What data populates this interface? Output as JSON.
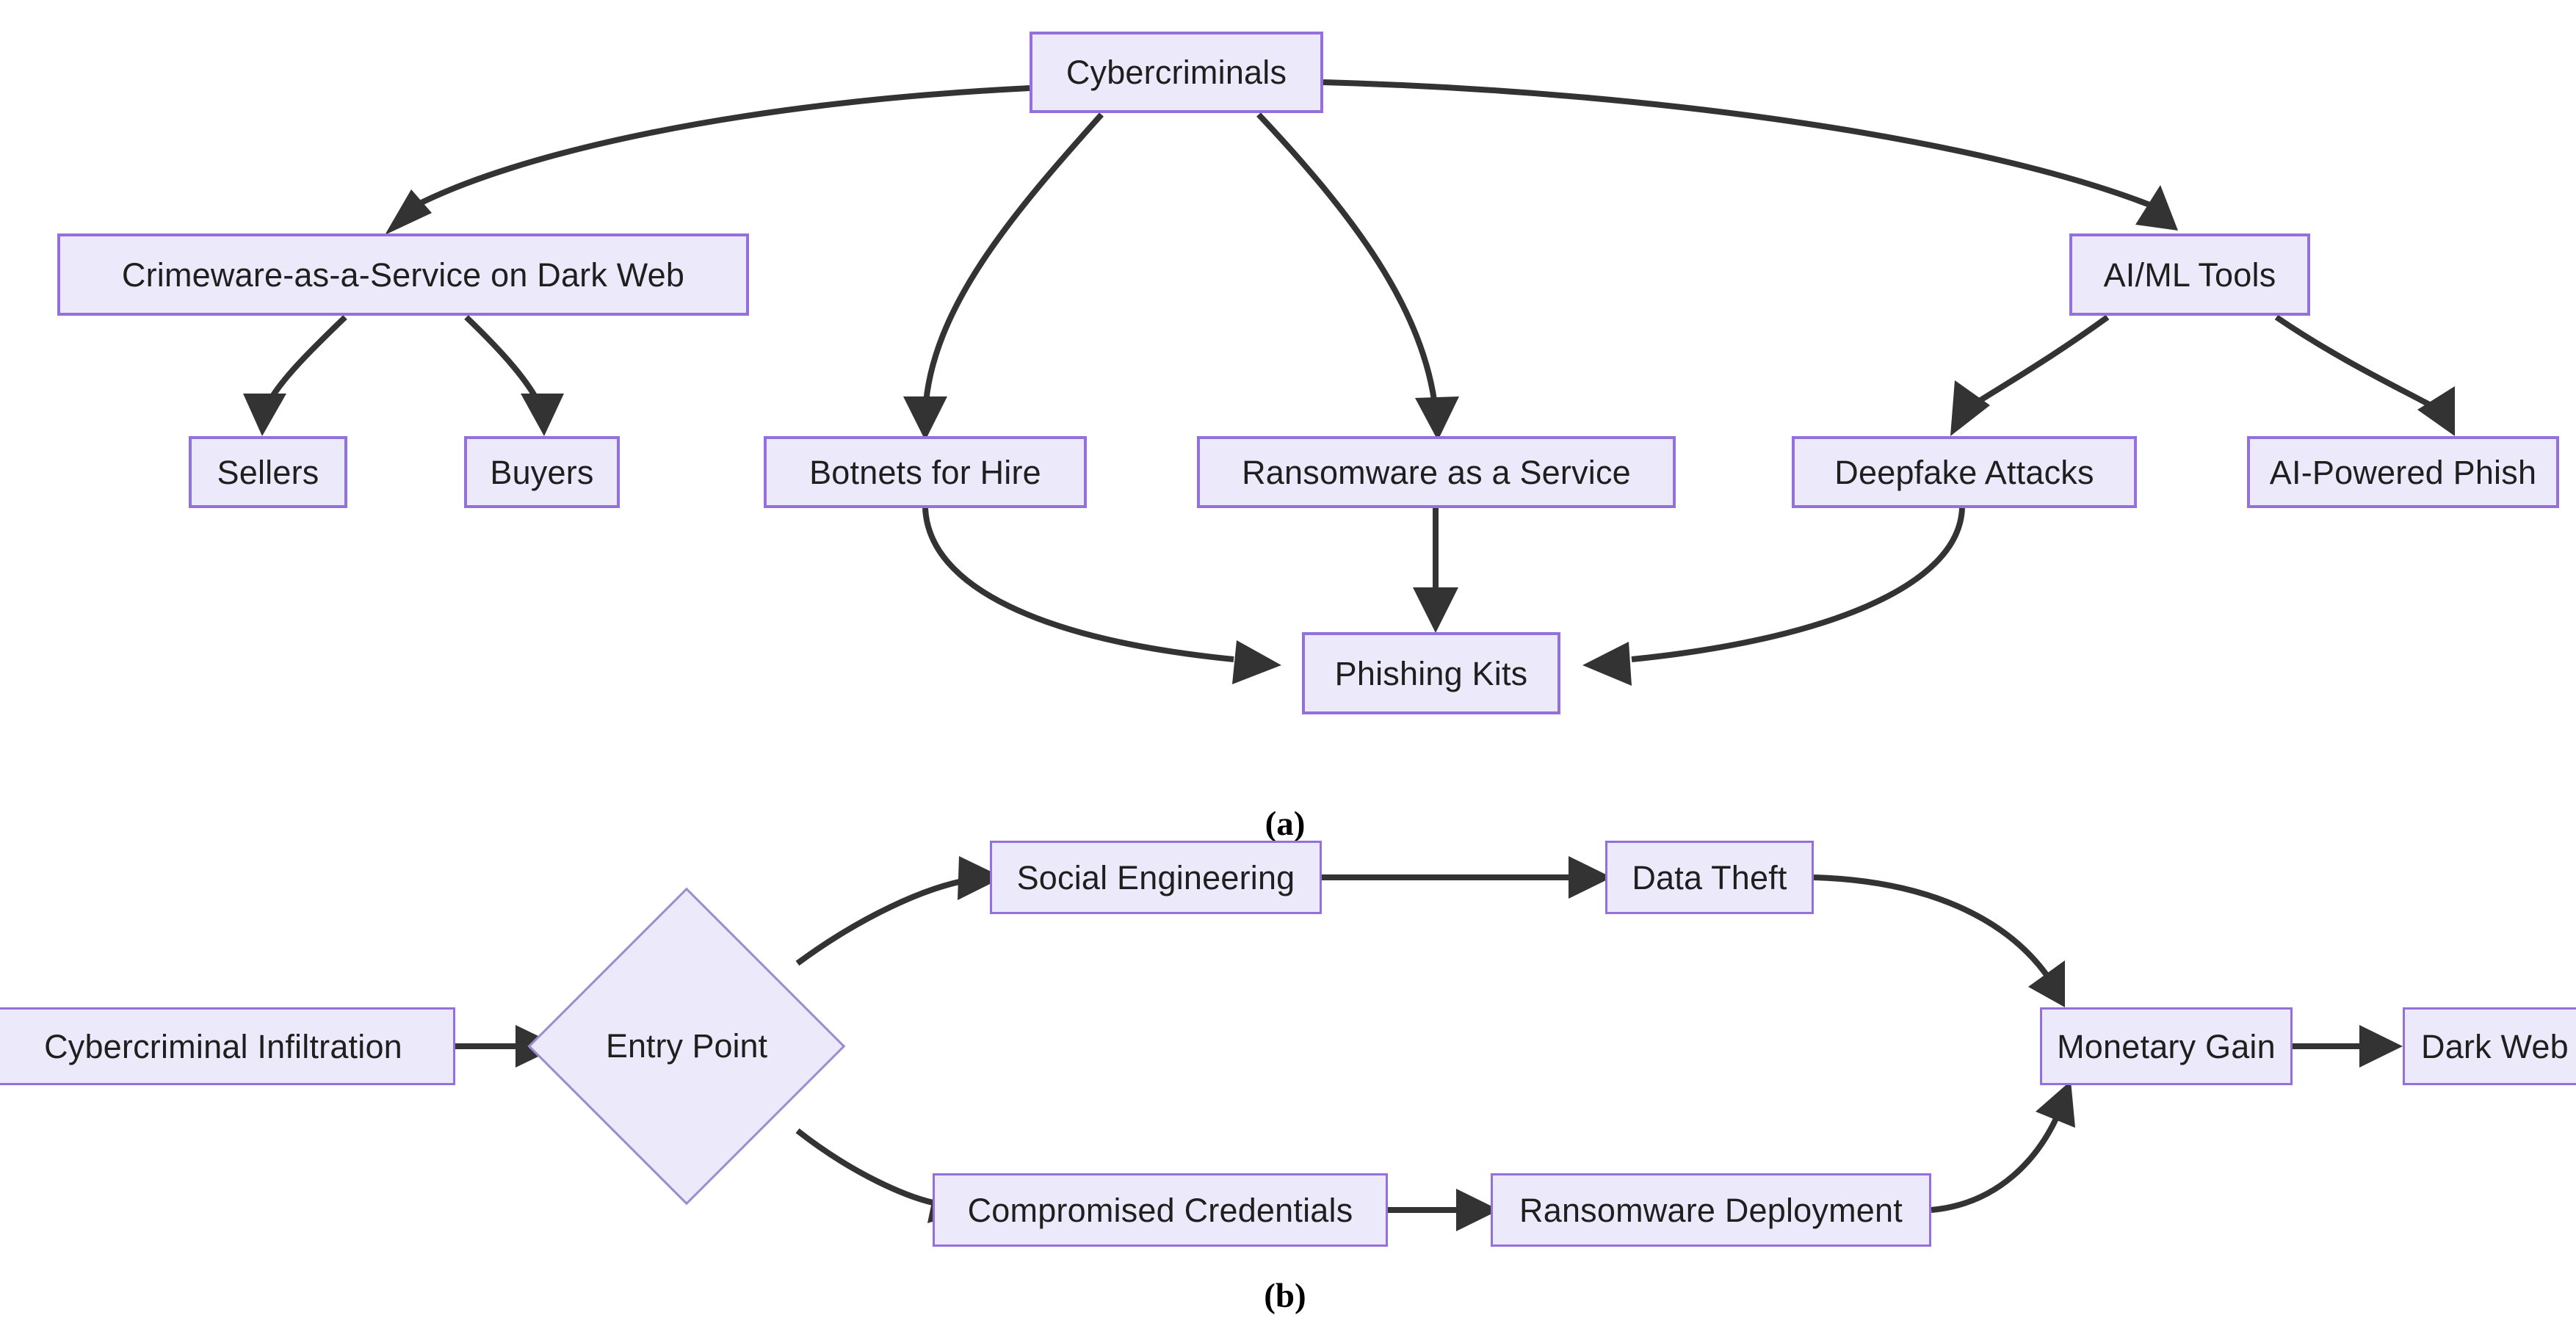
{
  "figure": {
    "subfigure_a_label": "(a)",
    "subfigure_b_label": "(b)"
  },
  "diagram_a": {
    "nodes": [
      {
        "id": "cybercriminals",
        "label": "Cybercriminals"
      },
      {
        "id": "crimeware",
        "label": "Crimeware-as-a-Service on Dark Web"
      },
      {
        "id": "aiml",
        "label": "AI/ML Tools"
      },
      {
        "id": "sellers",
        "label": "Sellers"
      },
      {
        "id": "buyers",
        "label": "Buyers"
      },
      {
        "id": "botnets",
        "label": "Botnets for Hire"
      },
      {
        "id": "raas",
        "label": "Ransomware as a Service"
      },
      {
        "id": "deepfake",
        "label": "Deepfake Attacks"
      },
      {
        "id": "aiphishing",
        "label": "AI-Powered Phish"
      },
      {
        "id": "phishingkits",
        "label": "Phishing Kits"
      }
    ],
    "edges": [
      {
        "from": "cybercriminals",
        "to": "crimeware"
      },
      {
        "from": "cybercriminals",
        "to": "botnets"
      },
      {
        "from": "cybercriminals",
        "to": "raas"
      },
      {
        "from": "cybercriminals",
        "to": "aiml"
      },
      {
        "from": "crimeware",
        "to": "sellers"
      },
      {
        "from": "crimeware",
        "to": "buyers"
      },
      {
        "from": "aiml",
        "to": "deepfake"
      },
      {
        "from": "aiml",
        "to": "aiphishing"
      },
      {
        "from": "botnets",
        "to": "phishingkits"
      },
      {
        "from": "raas",
        "to": "phishingkits"
      },
      {
        "from": "deepfake",
        "to": "phishingkits"
      }
    ]
  },
  "diagram_b": {
    "nodes": [
      {
        "id": "infiltration",
        "label": "Cybercriminal Infiltration"
      },
      {
        "id": "entrypoint",
        "label": "Entry Point"
      },
      {
        "id": "socialeng",
        "label": "Social Engineering"
      },
      {
        "id": "datatheft",
        "label": "Data Theft"
      },
      {
        "id": "credentials",
        "label": "Compromised Credentials"
      },
      {
        "id": "ransomware",
        "label": "Ransomware Deployment"
      },
      {
        "id": "monetary",
        "label": "Monetary Gain"
      },
      {
        "id": "darkweb",
        "label": "Dark Web"
      }
    ],
    "edges": [
      {
        "from": "infiltration",
        "to": "entrypoint"
      },
      {
        "from": "entrypoint",
        "to": "socialeng"
      },
      {
        "from": "entrypoint",
        "to": "credentials"
      },
      {
        "from": "socialeng",
        "to": "datatheft"
      },
      {
        "from": "credentials",
        "to": "ransomware"
      },
      {
        "from": "datatheft",
        "to": "monetary"
      },
      {
        "from": "ransomware",
        "to": "monetary"
      },
      {
        "from": "monetary",
        "to": "darkweb"
      }
    ]
  },
  "colors": {
    "node_fill": "#ECEAFA",
    "node_border": "#9370DB",
    "edge_stroke": "#333333",
    "background": "#ffffff",
    "text": "#1f1f1f"
  }
}
